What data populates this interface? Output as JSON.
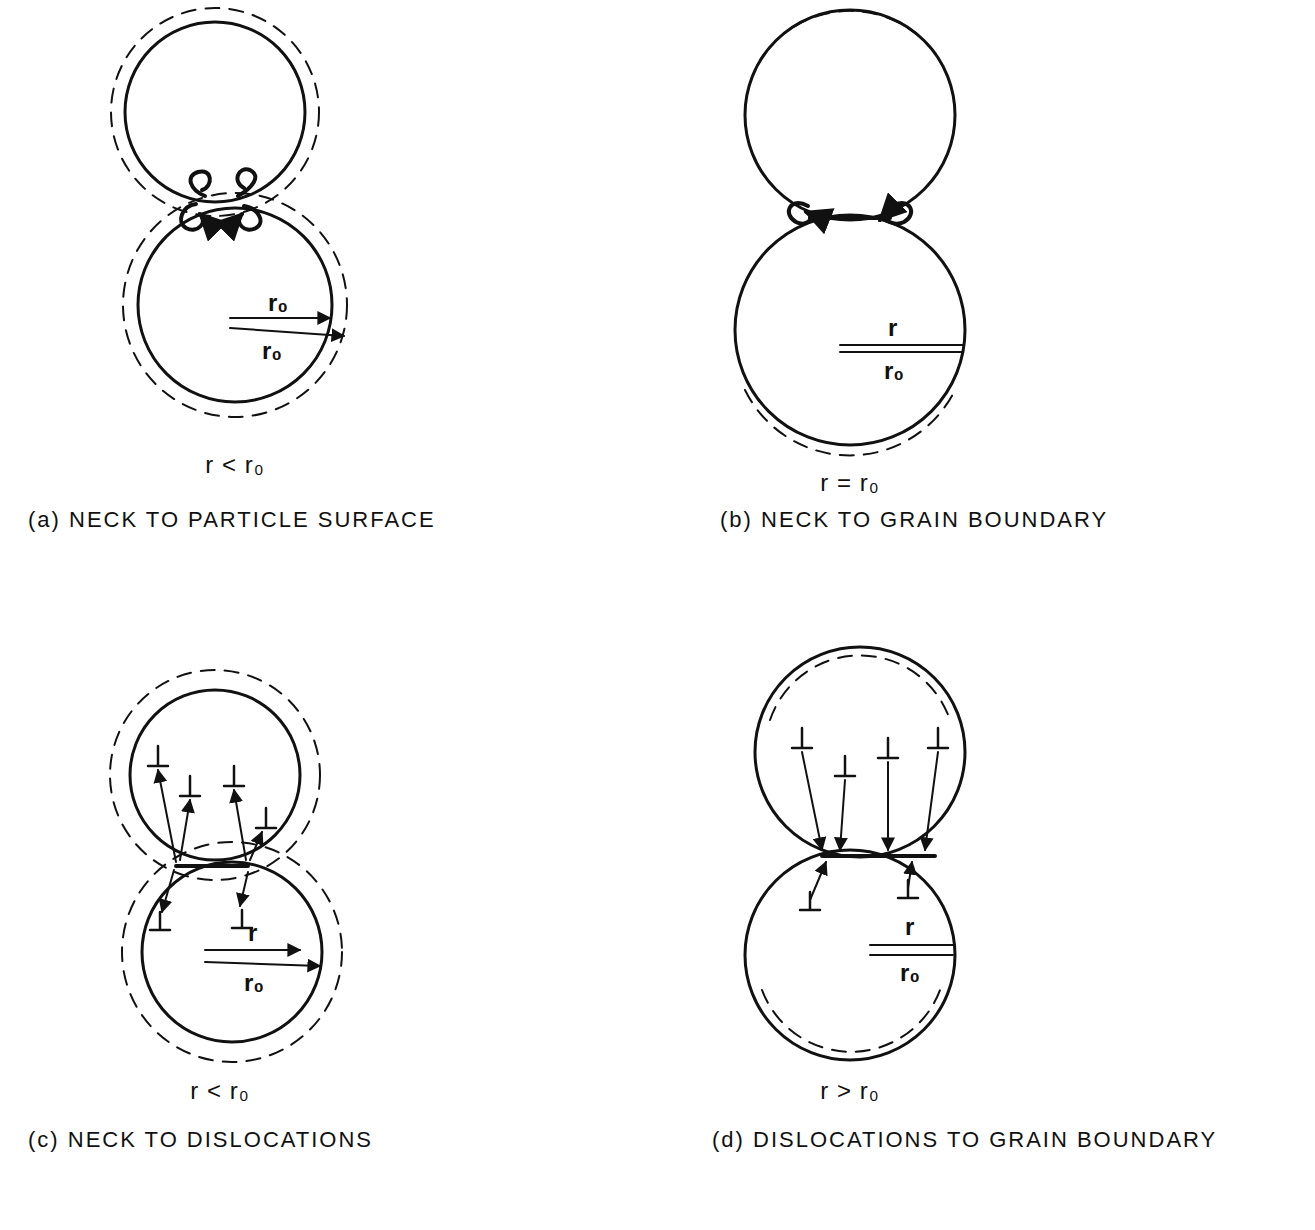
{
  "diagram": {
    "labels": [
      "r₀",
      "r₀",
      "r < r₀",
      "(a) NECK TO PARTICLE SURFACE",
      "r",
      "r₀",
      "r = r₀",
      "(b) NECK TO GRAIN BOUNDARY",
      "r",
      "r₀",
      "r < r₀",
      "(c) NECK TO DISLOCATIONS",
      "r",
      "r₀",
      "r > r₀",
      "(d) DISLOCATIONS TO GRAIN BOUNDARY"
    ]
  }
}
